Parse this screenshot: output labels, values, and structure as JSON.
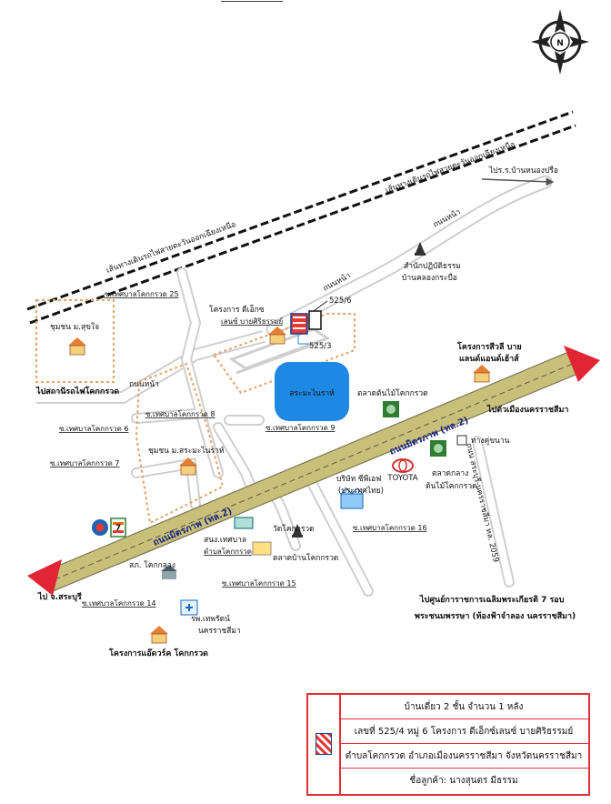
{
  "compass": {
    "letter": "N"
  },
  "railway": {
    "upper_label": "เส้นทางเดินรถไฟสายตะวันออกเฉียงเหนือ",
    "lower_label": "เส้นทางเดินรถไฟสายตะวันออกเฉียงเหนือ"
  },
  "roads": {
    "north_road_label": "ถนนหน้า",
    "north_road_label_2": "ถนนหน้า",
    "north_road_label_3": "ถนนหน้า",
    "mittraphap_label": "ถนนมิตรภาพ (ทล.2)",
    "mittraphap_label_2": "ถนนมิตรภาพ (ทล.2)",
    "road_205_label": "ถนน สระบุรี-นครราชสีมา ทล. 2059"
  },
  "destinations": {
    "to_ban_nong_pue": "ไปร.ร.บ้านหนองปรือ",
    "to_station": "ไปสถานีรถไฟโคกกรวด",
    "to_nakhon_ratchasima": "ไปตัวเมืองนครราชสีมา",
    "to_saraburi": "ไป จ.สระบุรี",
    "to_centre_line1": "ไปศูนย์การาชการเฉลิมพระเกียรติ 7 รอบ",
    "to_centre_line2": "พระชนมพรรษา (ท้องฟ้าจำลอง นครราชสีมา)"
  },
  "places": {
    "temple_name": "สำนักปฏิบัติธรรม",
    "temple_name_2": "บ้านคลองกระบือ",
    "community_suksai": "ชุมชน ม.สุขใจ",
    "community_sarasuai": "ชุมชน ม.สระมะไนราห์",
    "project_title_1": "โครงการ ดีเอ็กซ",
    "project_title_2": "เลนซ์ บายศิริธรรมย์",
    "lot_a": "525/6",
    "lot_b": "525/3",
    "pond": "สระมะไนราห์",
    "tree_market": "ตลาดต้นไม้โคกกรวด",
    "project_green_1": "โครงการสีวลี บาย",
    "project_green_2": "แลนด์แอนด์เฮ้าส์",
    "toyota": "TOYOTA",
    "central_market_1": "ตลาดกลาง",
    "central_market_2": "ต้นไม้โคกกรวด",
    "company_1": "บริษัท ซีพีเอฟ",
    "company_2": "(ประเทศไทย)",
    "wat": "วัดโคกกรวด",
    "market_2": "ตลาดบ้านโคกกรวด",
    "school_1": "สนง.เทศบาล",
    "school_2": "ตำบลโคกกรวด",
    "police": "สภ. โคกกลาง",
    "hospital_1": "รพ.เทพรัตน์",
    "hospital_2": "นครราชสีมา",
    "village_bottom": "โครงการแอ๊ดวร์ค โคกกรวด",
    "bus_stop": "ทางคู่ขนาน"
  },
  "sois": {
    "soi_25": "ซ.เทศบาลโคกกรวด 25",
    "soi_8": "ซ.เทศบาลโคกกรวด 8",
    "soi_6": "ซ.เทศบาลโคกกรวด 6",
    "soi_9": "ซ.เทศบาลโคกกรวด 9",
    "soi_7": "ซ.เทศบาลโคกกรวด 7",
    "soi_16": "ซ.เทศบาลโคกกรวด 16",
    "soi_15": "ซ.เทศบาลโคกกรวด 15",
    "soi_14": "ซ.เทศบาลโคกกรวด 14"
  },
  "brands": {
    "seven_eleven": "7"
  },
  "info": {
    "line1": "บ้านเดี่ยว 2 ชั้น จำนวน 1 หลัง",
    "line2": "เลขที่ 525/4 หมู่ 6 โครงการ ดีเอ็กซ์เลนซ์ บายศิริธรรมย์",
    "line3": "ตำบลโคกกรวด อำเภอเมืองนครราชสีมา จังหวัดนครราชสีมา",
    "line4": "ชื่อลูกค้า: นางสุนตร มีธรรม"
  },
  "colors": {
    "highway_fill": "#c8c07a",
    "arrow_red": "#e02633",
    "pond_blue": "#1e88e5",
    "zone_dashes": "#e0a46a",
    "info_border": "#e0303c"
  }
}
